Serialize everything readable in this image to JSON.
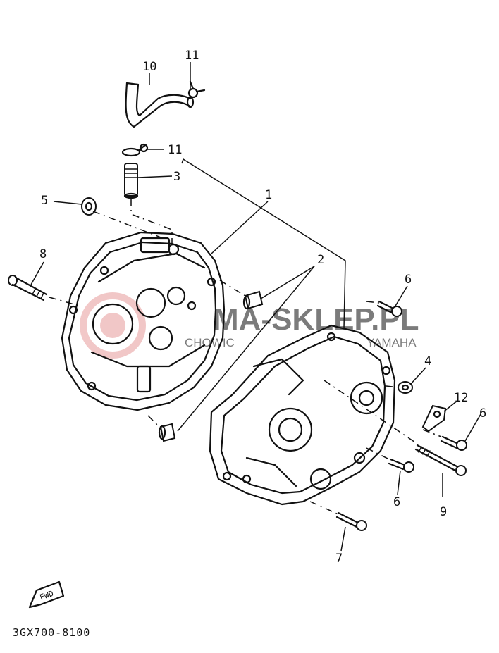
{
  "diagram": {
    "drawing_code": "3GX700-8100",
    "fwd_label": "FWD",
    "watermark": {
      "brand_text": "MA-SKLEP.PL",
      "sub_text_left": "CHOWIC",
      "sub_text_right": "YAMAHA",
      "color": "#e79a9a"
    },
    "callouts": [
      {
        "id": "c1",
        "label": "1"
      },
      {
        "id": "c2",
        "label": "2"
      },
      {
        "id": "c3",
        "label": "3"
      },
      {
        "id": "c4",
        "label": "4"
      },
      {
        "id": "c5",
        "label": "5"
      },
      {
        "id": "c6a",
        "label": "6"
      },
      {
        "id": "c6b",
        "label": "6"
      },
      {
        "id": "c6c",
        "label": "6"
      },
      {
        "id": "c7",
        "label": "7"
      },
      {
        "id": "c8",
        "label": "8"
      },
      {
        "id": "c9",
        "label": "9"
      },
      {
        "id": "c10",
        "label": "10"
      },
      {
        "id": "c11a",
        "label": "11"
      },
      {
        "id": "c11b",
        "label": "11"
      },
      {
        "id": "c12",
        "label": "12"
      }
    ]
  }
}
